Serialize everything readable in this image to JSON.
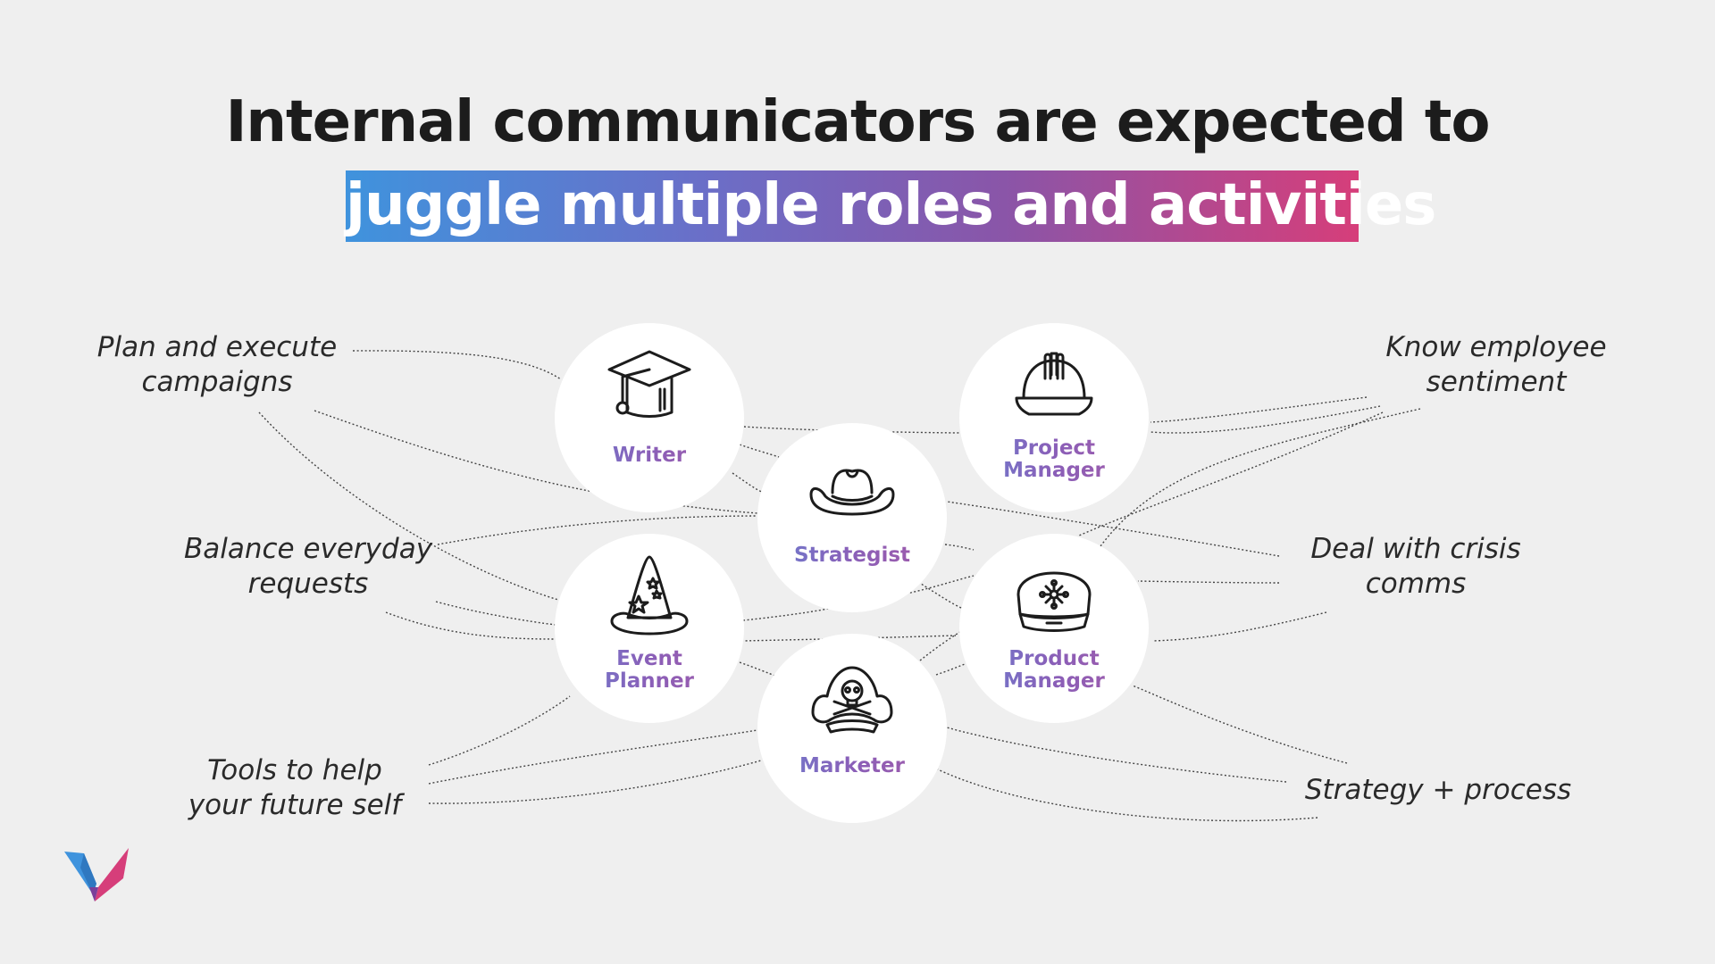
{
  "title": {
    "line1": "Internal communicators are expected to",
    "line2": "juggle multiple roles and activities"
  },
  "roles": {
    "writer": {
      "line1": "Writer",
      "line2": ""
    },
    "strategist": {
      "line1": "Strategist",
      "line2": ""
    },
    "project_manager": {
      "line1": "Project",
      "line2": "Manager"
    },
    "event_planner": {
      "line1": "Event",
      "line2": "Planner"
    },
    "product_manager": {
      "line1": "Product",
      "line2": "Manager"
    },
    "marketer": {
      "line1": "Marketer",
      "line2": ""
    }
  },
  "icons": {
    "writer": "graduation-cap-icon",
    "strategist": "cowboy-hat-icon",
    "project_manager": "hard-hat-icon",
    "event_planner": "wizard-hat-icon",
    "product_manager": "police-cap-icon",
    "marketer": "pirate-hat-icon"
  },
  "activities": {
    "plan": {
      "line1": "Plan and execute",
      "line2": "campaigns"
    },
    "balance": {
      "line1": "Balance everyday",
      "line2": "requests"
    },
    "tools": {
      "line1": "Tools to help",
      "line2": "your future self"
    },
    "know": {
      "line1": "Know employee",
      "line2": "sentiment"
    },
    "crisis": {
      "line1": "Deal with crisis",
      "line2": "comms"
    },
    "strategy": {
      "line1": "Strategy + process",
      "line2": ""
    }
  },
  "colors": {
    "background": "#efefef",
    "gradient_start": "#3f93dd",
    "gradient_end": "#d63e7a",
    "role_label": "#8a5fb8",
    "text": "#1c1c1c"
  }
}
